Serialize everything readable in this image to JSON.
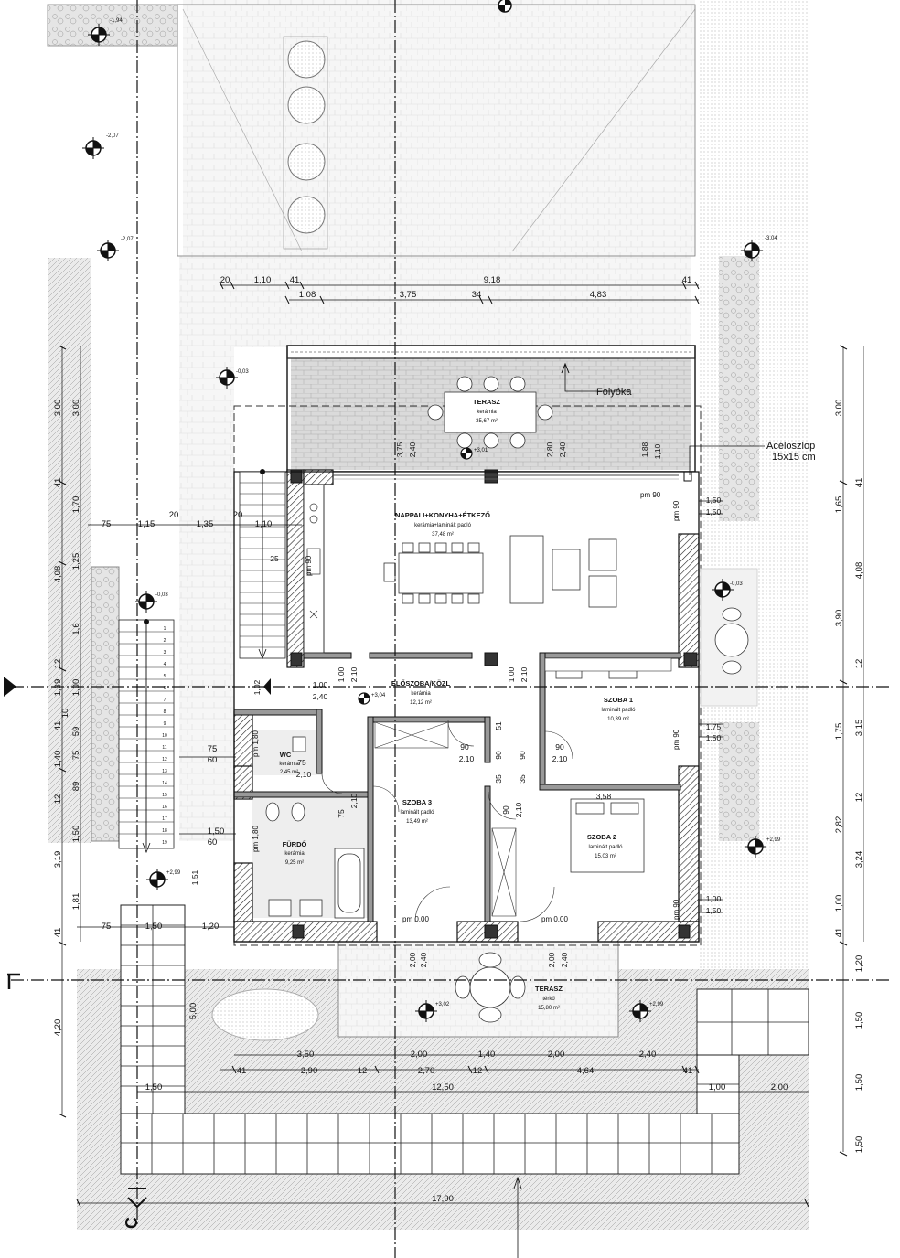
{
  "rooms": {
    "terasz_top": {
      "name": "TERASZ",
      "finish": "kerámia",
      "area": "35,67 m²"
    },
    "living": {
      "name": "NAPPALI+KONYHA+ÉTKEZŐ",
      "finish": "kerámia+laminált padló",
      "area": "37,48 m²"
    },
    "hall": {
      "name": "ELŐSZOBA/KÖZL",
      "finish": "kerámia",
      "area": "12,12 m²"
    },
    "szoba1": {
      "name": "SZOBA 1",
      "finish": "laminált padló",
      "area": "10,39 m²"
    },
    "szoba2": {
      "name": "SZOBA 2",
      "finish": "laminált padló",
      "area": "15,03 m²"
    },
    "szoba3": {
      "name": "SZOBA 3",
      "finish": "laminált padló",
      "area": "13,49 m²"
    },
    "wc": {
      "name": "WC",
      "finish": "kerámia",
      "area": "2,45 m²"
    },
    "furdo": {
      "name": "FÜRDŐ",
      "finish": "kerámia",
      "area": "9,25 m²"
    },
    "terasz_bottom": {
      "name": "TERASZ",
      "finish": "térkő",
      "area": "15,80 m²"
    }
  },
  "notes": {
    "folyoka": "Folyóka",
    "aceloszlop1": "Acéloszlop",
    "aceloszlop2": "15x15 cm",
    "section": "C"
  },
  "levels": {
    "l1": "-1,94",
    "l2": "-2,07",
    "l3": "-2,07",
    "l4": "-3,04",
    "l5": "-0,03",
    "l6": "+3,01",
    "l7": "-0,03",
    "l8": "-0,03",
    "l9": "+3,04",
    "l10": "+2,99",
    "l11": "+2,99",
    "l12": "+3,02",
    "l13": "+2,99"
  },
  "pm": {
    "p1": "pm 90",
    "p2": "pm 90",
    "p3": "pm 90",
    "p4": "pm 90",
    "p5": "pm 90",
    "p6": "pm 1,80",
    "p7": "pm 1,80",
    "p8": "pm 0,00",
    "p9": "pm 0,00"
  },
  "dims_top": {
    "d1": "20",
    "d2": "1,10",
    "d3": "41",
    "d4": "9,18",
    "d5": "41",
    "d6": "1,08",
    "d7": "3,75",
    "d8": "34",
    "d9": "4,83"
  },
  "dims_bottom": {
    "d1": "3,50",
    "d2": "2,00",
    "d3": "1,40",
    "d4": "2,00",
    "d5": "2,40",
    "d6": "41",
    "d7": "2,90",
    "d8": "12",
    "d9": "2,70",
    "d10": "12",
    "d11": "4,64",
    "d12": "41",
    "d13": "1,50",
    "d14": "12,50",
    "d15": "1,00",
    "d16": "2,00",
    "d17": "17,90"
  },
  "dims_left": {
    "a1": "3,00",
    "a2": "41",
    "a3": "1,70",
    "a4": "4,08",
    "a5": "1,25",
    "a6": "1,6",
    "a7": "12",
    "a8": "1,39",
    "a9": "1,00",
    "a10": "59",
    "a11": "75",
    "a12": "89",
    "a13": "1,40",
    "a14": "41",
    "a15": "10",
    "a16": "12",
    "a17": "1,50",
    "a18": "3,19",
    "a19": "1,81",
    "a20": "41",
    "a21": "4,20",
    "a22": "5,00",
    "a23": "3,00"
  },
  "dims_left_h": {
    "h1": "75",
    "h2": "1,15",
    "h3": "20",
    "h4": "1,35",
    "h5": "20",
    "h6": "1,10",
    "h7": "75",
    "h8": "60",
    "h9": "1,50",
    "h10": "60",
    "h11": "75",
    "h12": "1,50",
    "h13": "1,20"
  },
  "dims_right": {
    "r1": "3,00",
    "r2": "41",
    "r3": "1,65",
    "r4": "4,08",
    "r5": "3,90",
    "r6": "12",
    "r7": "3,15",
    "r8": "1,75",
    "r9": "12",
    "r10": "2,82",
    "r11": "3,24",
    "r12": "1,00",
    "r13": "41",
    "r14": "1,20",
    "r15": "1,50",
    "r16": "1,50",
    "r17": "1,50"
  },
  "dims_inner": {
    "i1": "3,75",
    "i2": "2,40",
    "i3": "2,80",
    "i4": "2,40",
    "i5": "1,88",
    "i6": "1,10",
    "i7": "1,50",
    "i8": "1,50",
    "i9": "1,00",
    "i10": "2,10",
    "i11": "1,00",
    "i12": "2,10",
    "i13": "1,00",
    "i14": "2,40",
    "i15": "1,02",
    "i16": "90",
    "i17": "2,10",
    "i18": "90",
    "i19": "2,10",
    "i20": "90",
    "i21": "51",
    "i22": "35",
    "i23": "35",
    "i24": "90",
    "i25": "2,10",
    "i26": "3,58",
    "i27": "75",
    "i28": "2,10",
    "i29": "1,75",
    "i30": "1,50",
    "i31": "1,00",
    "i32": "1,50",
    "i33": "2,00",
    "i34": "2,40",
    "i35": "2,00",
    "i36": "2,40",
    "i37": "1,51",
    "i38": "75",
    "i39": "2,10",
    "i40": "25",
    "i41": "90"
  },
  "stairs": {
    "s1": "1",
    "s2": "2",
    "s3": "3",
    "s4": "4",
    "s5": "5",
    "s6": "6",
    "s7": "7",
    "s8": "8",
    "s9": "9",
    "s10": "10",
    "s11": "11",
    "s12": "12",
    "s13": "13",
    "s14": "14",
    "s15": "15",
    "s16": "16",
    "s17": "17",
    "s18": "18",
    "s19": "19"
  }
}
